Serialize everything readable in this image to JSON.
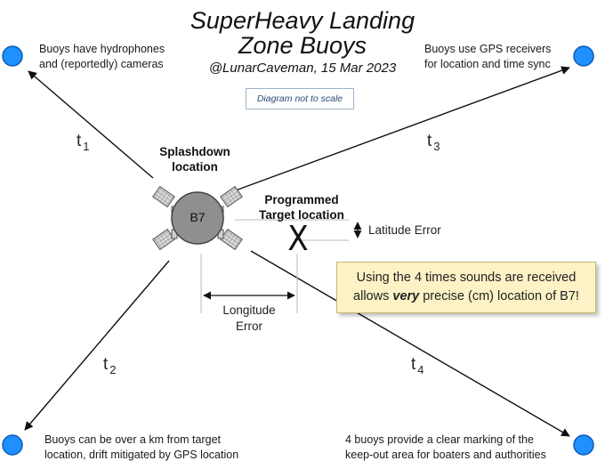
{
  "title_line1": "SuperHeavy Landing",
  "title_line2": "Zone Buoys",
  "byline": "@LunarCaveman, 15 Mar 2023",
  "scale_note": "Diagram not to scale",
  "notes": {
    "top_left_1": "Buoys have hydrophones",
    "top_left_2": "and (reportedly) cameras",
    "top_right_1": "Buoys use GPS receivers",
    "top_right_2": "for location and time sync",
    "bottom_left_1": "Buoys can be over a km from target",
    "bottom_left_2": "location, drift mitigated by GPS location",
    "bottom_right_1": "4 buoys provide a clear marking of the",
    "bottom_right_2": "keep-out area for boaters and authorities"
  },
  "splashdown_1": "Splashdown",
  "splashdown_2": "location",
  "target_1": "Programmed",
  "target_2": "Target location",
  "vehicle_label": "B7",
  "target_mark": "X",
  "latitude_error": "Latitude Error",
  "longitude_error_1": "Longitude",
  "longitude_error_2": "Error",
  "t_labels": {
    "t1_base": "t",
    "t1_sub": "1",
    "t2_base": "t",
    "t2_sub": "2",
    "t3_base": "t",
    "t3_sub": "3",
    "t4_base": "t",
    "t4_sub": "4"
  },
  "callout_1": "Using the 4 times sounds are received",
  "callout_2a": "allows ",
  "callout_2b": "very",
  "callout_2c": " precise (cm) location of B7!",
  "colors": {
    "buoy": "#1e90ff",
    "buoy_stroke": "#0b5bb5",
    "vehicle": "#8f8f8f",
    "callout_bg": "#fdf2c6"
  }
}
